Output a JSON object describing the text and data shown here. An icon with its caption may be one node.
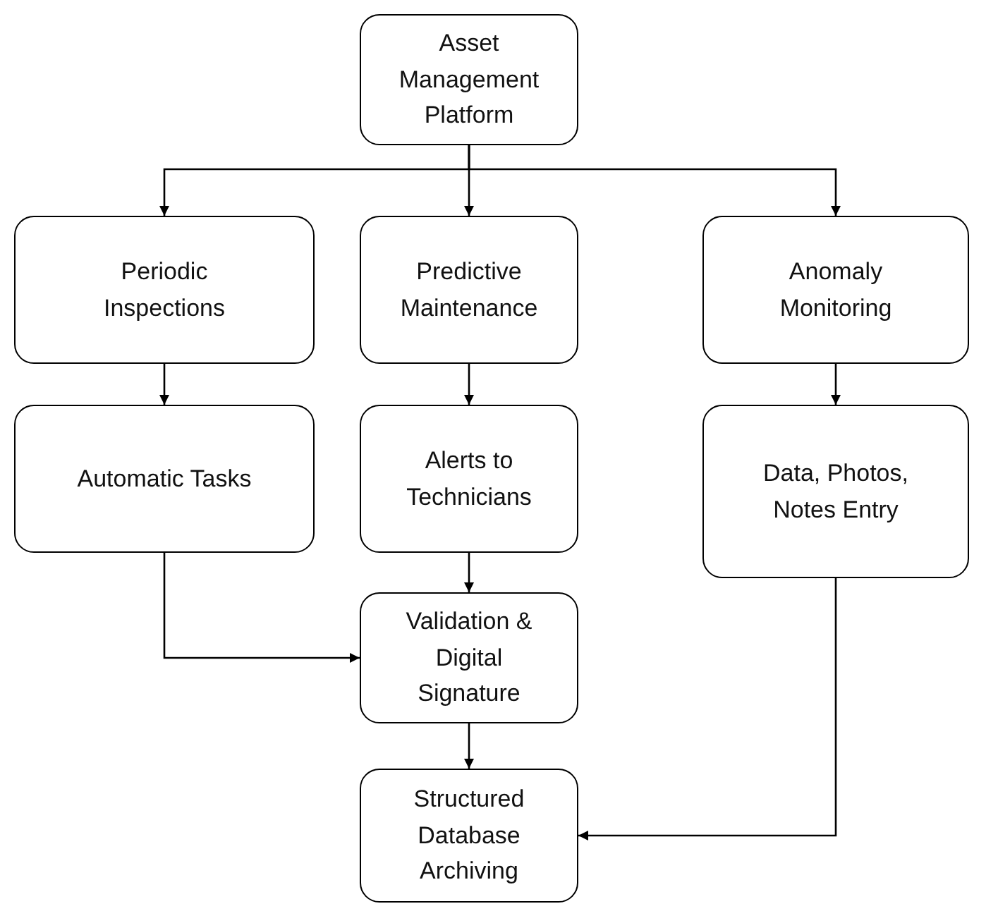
{
  "diagram": {
    "nodes": [
      {
        "text": [
          "Asset Management Platform"
        ]
      },
      {
        "text": [
          "Periodic Inspections"
        ]
      },
      {
        "text": [
          "Predictive Maintenance"
        ]
      },
      {
        "text": [
          "Anomaly Monitoring"
        ]
      },
      {
        "text": [
          "Automatic Tasks"
        ]
      },
      {
        "text": [
          "Alerts to Technicians"
        ]
      },
      {
        "text": [
          "Data, Photos, Notes Entry"
        ]
      },
      {
        "text": [
          "Validation & Digital Signature"
        ]
      },
      {
        "text": [
          "Structured Database Archiving"
        ]
      }
    ],
    "edges": [
      {
        "from": 0,
        "to": 1,
        "arrow": "to"
      },
      {
        "from": 0,
        "to": 2,
        "arrow": "to"
      },
      {
        "from": 0,
        "to": 3,
        "arrow": "to"
      },
      {
        "from": 1,
        "to": 4,
        "arrow": "to"
      },
      {
        "from": 2,
        "to": 5,
        "arrow": "to"
      },
      {
        "from": 3,
        "to": 6,
        "arrow": "to"
      },
      {
        "from": 4,
        "to": 7,
        "arrow": "to"
      },
      {
        "from": 5,
        "to": 7,
        "arrow": "to"
      },
      {
        "from": 7,
        "to": 8,
        "arrow": "to"
      },
      {
        "from": 6,
        "to": 8,
        "arrow": "to"
      }
    ]
  }
}
